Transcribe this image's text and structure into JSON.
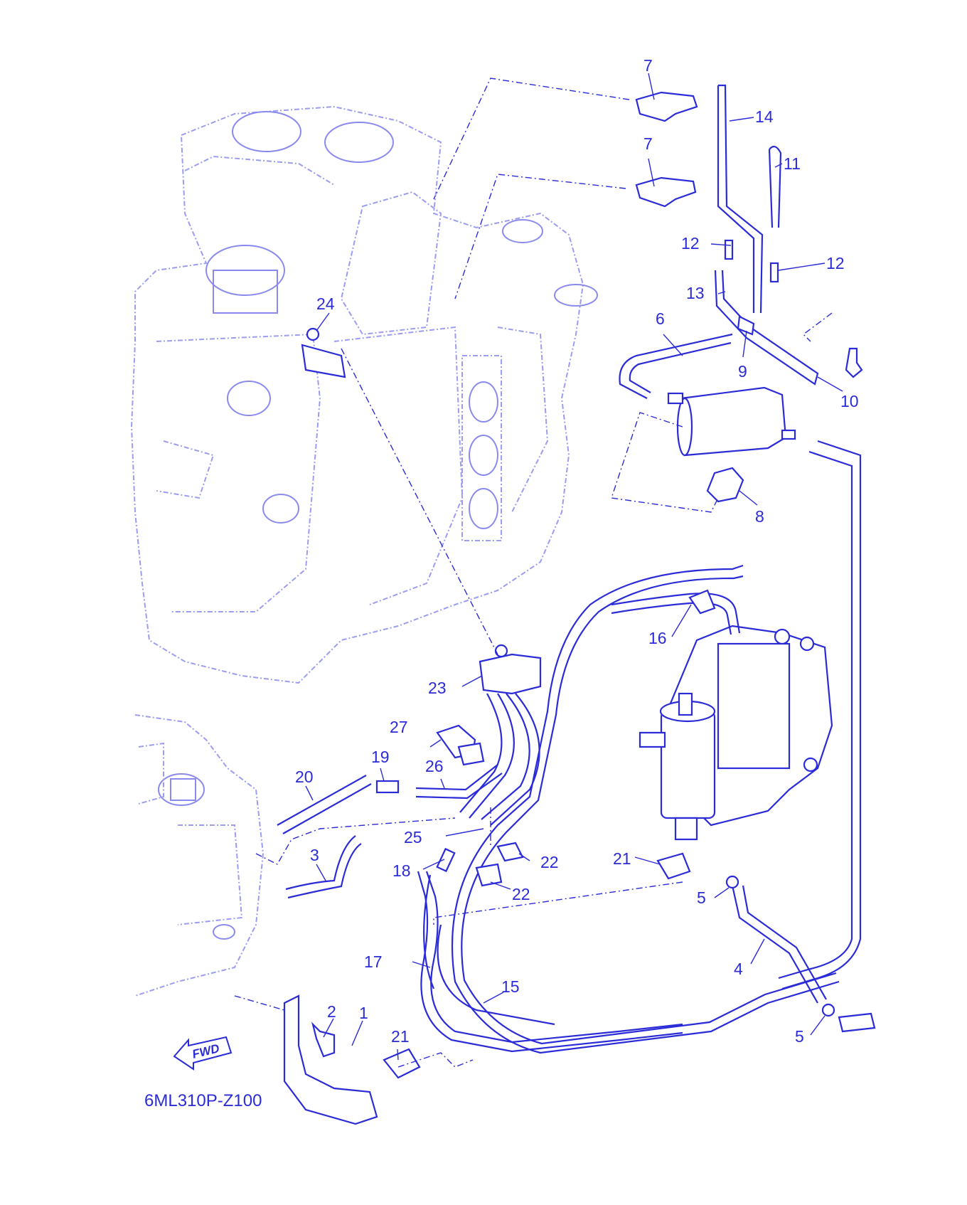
{
  "diagram_code": "6ML310P-Z100",
  "fwd_arrow_label": "FWD",
  "colors": {
    "line": "#2b2bd8",
    "engine": "#9c9cf0",
    "background": "#ffffff"
  },
  "callouts": {
    "c1": "1",
    "c2": "2",
    "c3": "3",
    "c4": "4",
    "c5a": "5",
    "c5b": "5",
    "c6": "6",
    "c7a": "7",
    "c7b": "7",
    "c8": "8",
    "c9": "9",
    "c10": "10",
    "c11": "11",
    "c12a": "12",
    "c12b": "12",
    "c13": "13",
    "c14": "14",
    "c15": "15",
    "c16": "16",
    "c17": "17",
    "c18": "18",
    "c19": "19",
    "c20": "20",
    "c21a": "21",
    "c21b": "21",
    "c22a": "22",
    "c22b": "22",
    "c23": "23",
    "c24": "24",
    "c25": "25",
    "c26": "26",
    "c27": "27"
  }
}
